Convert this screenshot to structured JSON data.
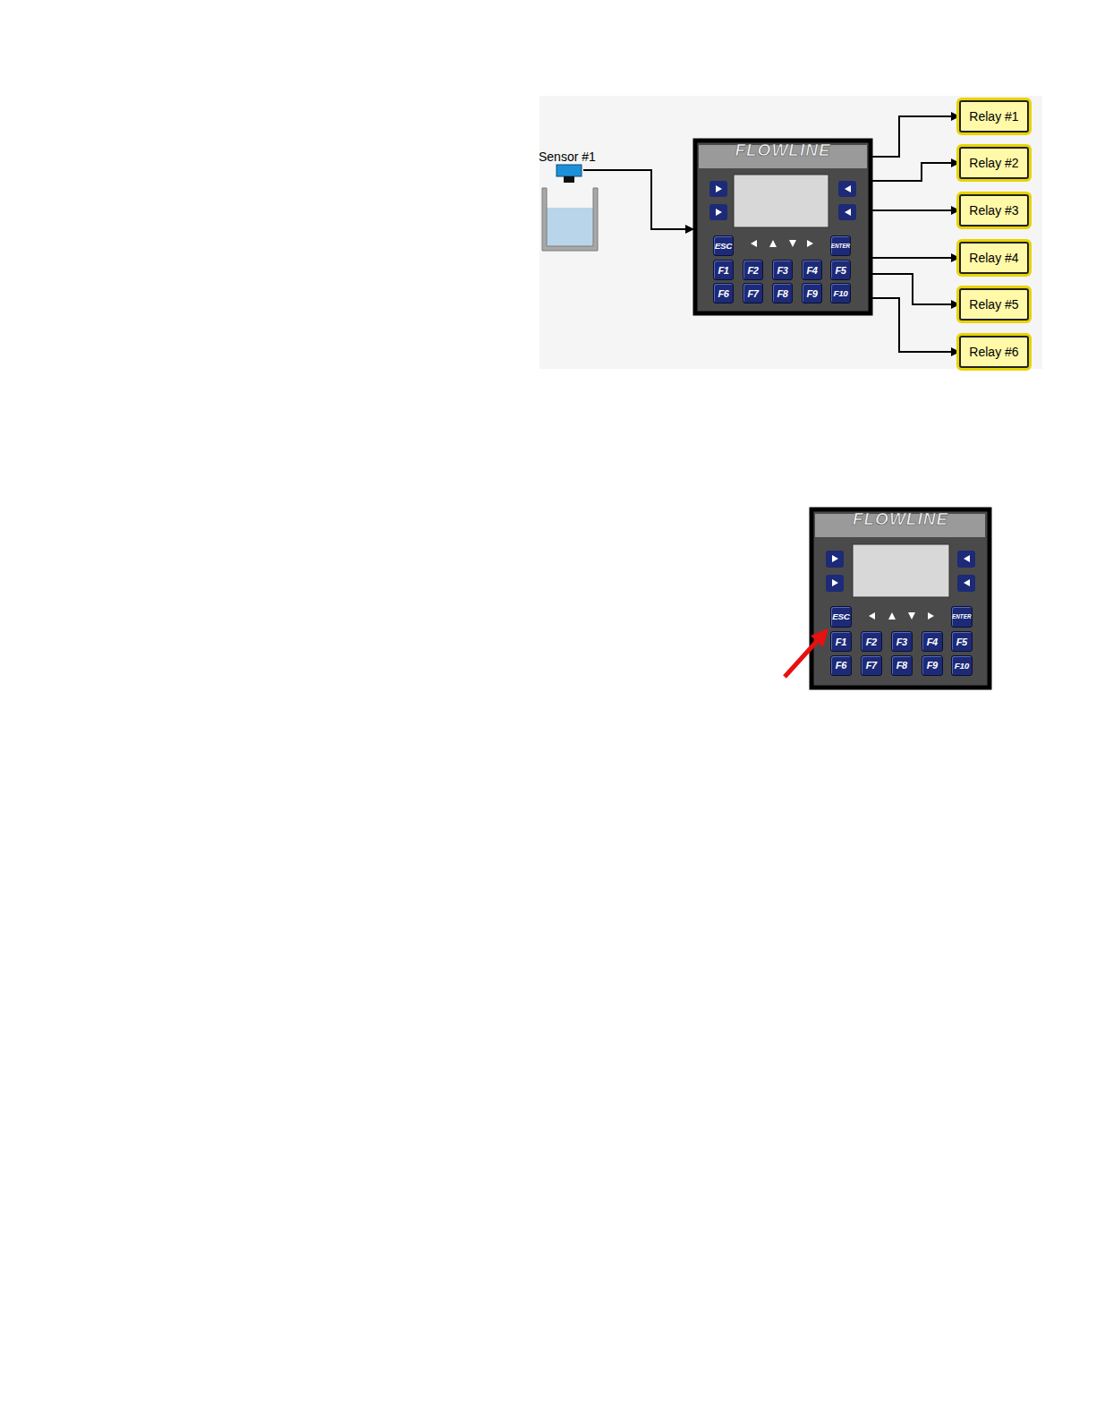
{
  "diagram": {
    "nodes": [
      {
        "text": [
          "Sensor #1"
        ]
      },
      {
        "text": [
          "FLOWLINE"
        ]
      },
      {
        "text": [
          "ESC"
        ],
        "in": 1
      },
      {
        "text": [
          "ENTER"
        ],
        "in": 1
      },
      {
        "text": [
          "F1"
        ],
        "in": 1
      },
      {
        "text": [
          "F2"
        ],
        "in": 1
      },
      {
        "text": [
          "F3"
        ],
        "in": 1
      },
      {
        "text": [
          "F4"
        ],
        "in": 1
      },
      {
        "text": [
          "F5"
        ],
        "in": 1
      },
      {
        "text": [
          "F6"
        ],
        "in": 1
      },
      {
        "text": [
          "F7"
        ],
        "in": 1
      },
      {
        "text": [
          "F8"
        ],
        "in": 1
      },
      {
        "text": [
          "F9"
        ],
        "in": 1
      },
      {
        "text": [
          "F10"
        ],
        "in": 1
      },
      {
        "text": [
          "Relay #1"
        ]
      },
      {
        "text": [
          "Relay #2"
        ]
      },
      {
        "text": [
          "Relay #3"
        ]
      },
      {
        "text": [
          "Relay #4"
        ]
      },
      {
        "text": [
          "Relay #5"
        ]
      },
      {
        "text": [
          "Relay #6"
        ]
      },
      {
        "text": [
          "FLOWLINE"
        ]
      },
      {
        "text": [
          "ESC"
        ],
        "in": 20
      },
      {
        "text": [
          "ENTER"
        ],
        "in": 20
      },
      {
        "text": [
          "F1"
        ],
        "in": 20
      },
      {
        "text": [
          "F2"
        ],
        "in": 20
      },
      {
        "text": [
          "F3"
        ],
        "in": 20
      },
      {
        "text": [
          "F4"
        ],
        "in": 20
      },
      {
        "text": [
          "F5"
        ],
        "in": 20
      },
      {
        "text": [
          "F6"
        ],
        "in": 20
      },
      {
        "text": [
          "F7"
        ],
        "in": 20
      },
      {
        "text": [
          "F8"
        ],
        "in": 20
      },
      {
        "text": [
          "F9"
        ],
        "in": 20
      },
      {
        "text": [
          "F10"
        ],
        "in": 20
      }
    ],
    "edges": [
      {
        "from": 0,
        "to": 1,
        "arrow": "to"
      },
      {
        "from": 1,
        "to": 14,
        "arrow": "to"
      },
      {
        "from": 1,
        "to": 15,
        "arrow": "to"
      },
      {
        "from": 1,
        "to": 16,
        "arrow": "to"
      },
      {
        "from": 1,
        "to": 17,
        "arrow": "to"
      },
      {
        "from": 1,
        "to": 18,
        "arrow": "to"
      },
      {
        "from": 1,
        "to": 19,
        "arrow": "to"
      }
    ]
  }
}
